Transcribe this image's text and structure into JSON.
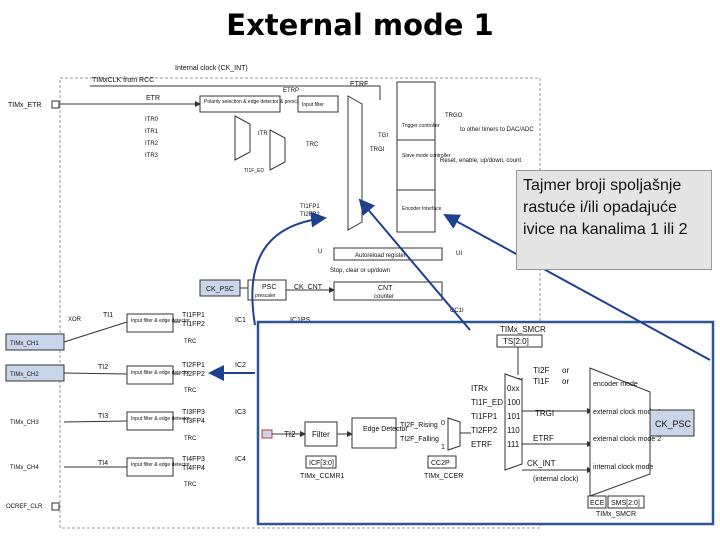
{
  "title": "External mode 1",
  "note": "Tajmer broji spoljašnje rastuće i/ili opadajuće ivice na kanalima 1 ili 2",
  "main": {
    "internal_clock": "Internal clock (CK_INT)",
    "timxclk": "TIMxCLK from RCC",
    "timx_etr": "TIMx_ETR",
    "etr": "ETR",
    "etrf": "ETRF",
    "etrp": "ETRP",
    "polarity": "Polarity selection & edge detector & prescaler",
    "input_filter": "Input filter",
    "itr0": "ITR0",
    "itr1": "ITR1",
    "itr2": "ITR2",
    "itr3": "ITR3",
    "itr": "ITR",
    "trc": "TRC",
    "ti1f_ed": "TI1F_ED",
    "tgi": "TGI",
    "trgi": "TRGI",
    "trigger_controller": "Trigger controller",
    "slave_controller": "Slave mode controller",
    "encoder_interface": "Encoder Interface",
    "trgo": "TRGO",
    "to_other_timers": "to other timers to DAC/ADC",
    "reset_enable": "Reset, enable, up/down, count",
    "ti1fp1": "TI1FP1",
    "ti2fp2": "TI2FP2",
    "autoreload": "Autoreload register",
    "stop_clear": "Stop, clear or up/down",
    "ck_psc": "CK_PSC",
    "psc": "PSC",
    "prescaler": "prescaler",
    "ck_cnt": "CK_CNT",
    "cnt": "CNT",
    "counter": "counter",
    "xor": "XOR",
    "ti1": "TI1",
    "ti2": "TI2",
    "ti3": "TI3",
    "ti4": "TI4",
    "timx_ch1": "TIMx_CH1",
    "timx_ch2": "TIMx_CH2",
    "timx_ch3": "TIMx_CH3",
    "timx_ch4": "TIMx_CH4",
    "ocref_clr": "OCREF_CLR",
    "input_filter_edge": "Input filter & edge detector",
    "ti1fp1_b": "TI1FP1",
    "ti1fp2": "TI1FP2",
    "ti2fp1": "TI2FP1",
    "ti2fp2_b": "TI2FP2",
    "ti3fp3": "TI3FP3",
    "ti3fp4": "TI3FP4",
    "ti4fp3": "TI4FP3",
    "ti4fp4": "TI4FP4",
    "ic1": "IC1",
    "ic2": "IC2",
    "ic3": "IC3",
    "ic4": "IC4",
    "ic1ps": "IC1PS",
    "u": "U",
    "ui": "UI",
    "cc1i": "CC1I"
  },
  "zoom": {
    "timx_smcr_ts": "TIMx_SMCR",
    "ts": "TS[2:0]",
    "itrx": "ITRx",
    "ti1f_ed": "TI1F_ED",
    "ti1fp1": "TI1FP1",
    "ti2fp2": "TI2FP2",
    "etrf": "ETRF",
    "or": "or",
    "codes": [
      "0xx",
      "100",
      "101",
      "110",
      "111"
    ],
    "ti2f_or": "TI2F",
    "ti1f_or": "TI1F",
    "or_label1": "or",
    "or_label2": "or",
    "encoder_mode": "encoder mode",
    "trgi": "TRGI",
    "external_clock_mode1": "external clock mode 1",
    "etrf_b": "ETRF",
    "external_clock_mode2": "external clock mode 2",
    "ck_int": "CK_INT",
    "internal_clock_mode": "internal clock mode",
    "internal_clock": "(internal clock)",
    "ck_psc": "CK_PSC",
    "ti2_in": "TI2",
    "filter": "Filter",
    "edge_detector": "Edge Detector",
    "ti2f_rising": "TI2F_Rising",
    "ti2f_falling": "TI2F_Falling",
    "icf": "ICF[3:0]",
    "timx_ccmr1": "TIMx_CCMR1",
    "cc2p": "CC2P",
    "timx_ccer": "TIMx_CCER",
    "ece": "ECE",
    "sms": "SMS[2:0]",
    "timx_smcr_b": "TIMx_SMCR",
    "zero": "0",
    "one": "1"
  }
}
